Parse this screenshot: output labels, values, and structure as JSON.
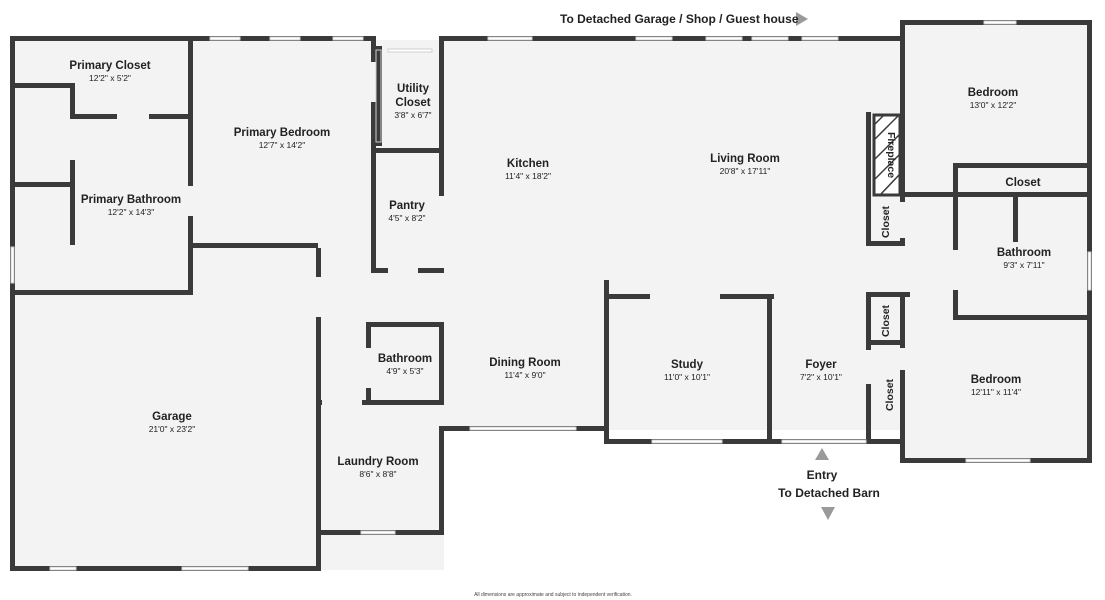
{
  "top_label": "To Detached Garage / Shop / Guest house",
  "entry_label": "Entry",
  "barn_label": "To Detached Barn",
  "disclaimer": "All dimensions are approximate and subject to independent verification.",
  "rooms": {
    "primary_closet": {
      "name": "Primary Closet",
      "dim": "12'2\" x 5'2\""
    },
    "primary_bedroom": {
      "name": "Primary Bedroom",
      "dim": "12'7\" x 14'2\""
    },
    "utility_closet_1": {
      "name": "Utility"
    },
    "utility_closet_2": {
      "name": "Closet",
      "dim": "3'8\" x 6'7\""
    },
    "kitchen": {
      "name": "Kitchen",
      "dim": "11'4\" x 18'2\""
    },
    "living_room": {
      "name": "Living Room",
      "dim": "20'8\" x 17'11\""
    },
    "bedroom_ne": {
      "name": "Bedroom",
      "dim": "13'0\" x 12'2\""
    },
    "primary_bathroom": {
      "name": "Primary Bathroom",
      "dim": "12'2\" x 14'3\""
    },
    "pantry": {
      "name": "Pantry",
      "dim": "4'5\" x 8'2\""
    },
    "fireplace": {
      "name": "Fireplace"
    },
    "closet_east_top": {
      "name": "Closet"
    },
    "closet_east_mid": {
      "name": "Closet"
    },
    "bathroom_east": {
      "name": "Bathroom",
      "dim": "9'3\" x 7'11\""
    },
    "closet_east_low1": {
      "name": "Closet"
    },
    "closet_east_low2": {
      "name": "Closet"
    },
    "bedroom_se": {
      "name": "Bedroom",
      "dim": "12'11\" x 11'4\""
    },
    "bathroom_mid": {
      "name": "Bathroom",
      "dim": "4'9\" x 5'3\""
    },
    "dining_room": {
      "name": "Dining Room",
      "dim": "11'4\" x 9'0\""
    },
    "study": {
      "name": "Study",
      "dim": "11'0\" x 10'1\""
    },
    "foyer": {
      "name": "Foyer",
      "dim": "7'2\" x 10'1\""
    },
    "garage": {
      "name": "Garage",
      "dim": "21'0\" x 23'2\""
    },
    "laundry_room": {
      "name": "Laundry Room",
      "dim": "8'6\" x 8'8\""
    }
  }
}
